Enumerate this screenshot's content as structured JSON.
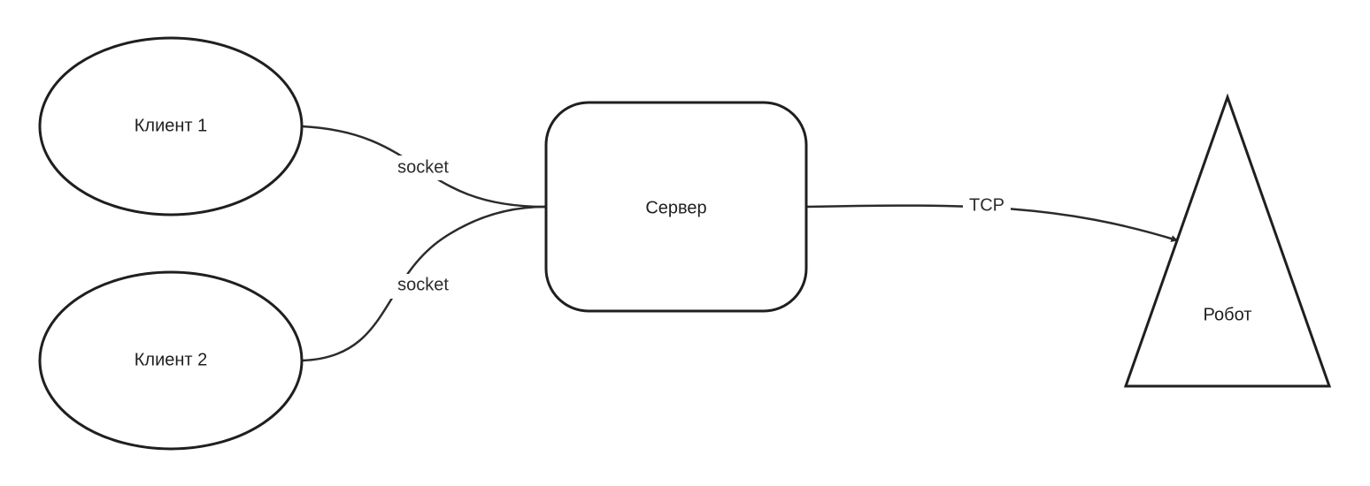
{
  "diagram": {
    "nodes": {
      "client1": {
        "label": "Клиент 1",
        "shape": "ellipse"
      },
      "client2": {
        "label": "Клиент 2",
        "shape": "ellipse"
      },
      "server": {
        "label": "Сервер",
        "shape": "rounded-rectangle"
      },
      "robot": {
        "label": "Робот",
        "shape": "triangle"
      }
    },
    "edges": [
      {
        "from": "client1",
        "to": "server",
        "label": "socket",
        "arrow": false
      },
      {
        "from": "client2",
        "to": "server",
        "label": "socket",
        "arrow": false
      },
      {
        "from": "server",
        "to": "robot",
        "label": "TCP",
        "arrow": true
      }
    ],
    "colors": {
      "stroke": "#1f1f1f",
      "background": "#ffffff"
    }
  }
}
